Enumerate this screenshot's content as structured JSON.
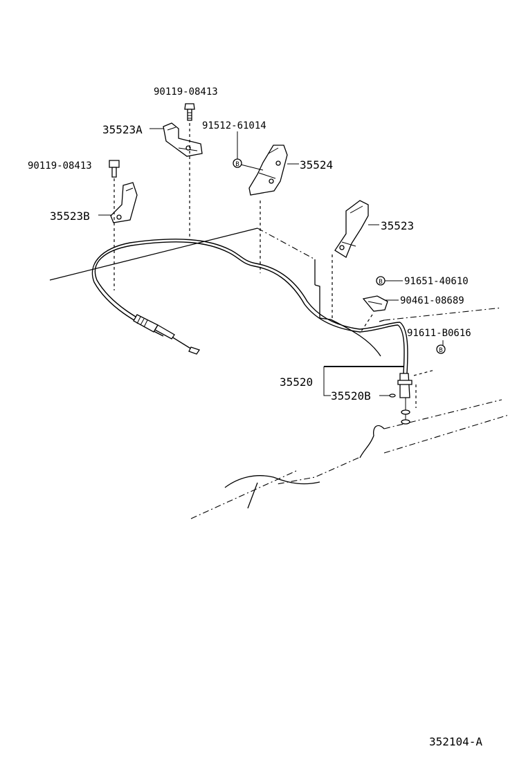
{
  "diagram": {
    "labels": {
      "bolt_top": "90119-08413",
      "bracket_a": "35523A",
      "screw_top": "91512-61014",
      "bracket_mid": "35524",
      "bolt_left": "90119-08413",
      "bracket_b": "35523B",
      "bracket": "35523",
      "pin_1": "91651-40610",
      "clip": "90461-08689",
      "pin_2": "91611-B0616",
      "cable_assy": "35520",
      "cable_sub": "35520B",
      "figure_code": "352104-A"
    },
    "badge_letter": "B"
  }
}
